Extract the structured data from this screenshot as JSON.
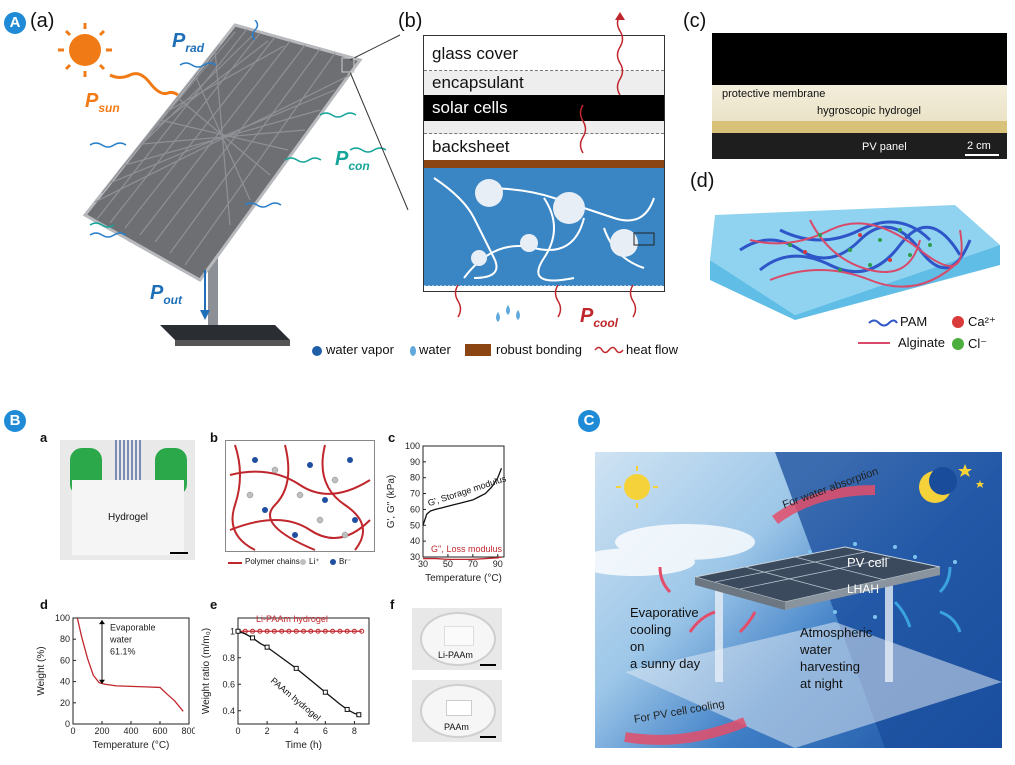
{
  "panel_a": {
    "badge": "A",
    "sub_a": "(a)",
    "sub_b": "(b)",
    "sub_c": "(c)",
    "sub_d": "(d)",
    "p_sun": "P",
    "p_sun_sub": "sun",
    "p_rad": "P",
    "p_rad_sub": "rad",
    "p_con": "P",
    "p_con_sub": "con",
    "p_out": "P",
    "p_out_sub": "out",
    "p_cool": "P",
    "p_cool_sub": "cool",
    "layers": {
      "glass": "glass cover",
      "encapsulant": "encapsulant",
      "solar": "solar cells",
      "backsheet": "backsheet"
    },
    "photo_c": {
      "membrane": "protective membrane",
      "hydrogel": "hygroscopic hydrogel",
      "panel": "PV panel",
      "scale": "2 cm"
    },
    "legend_d": {
      "pam": "PAM",
      "alginate": "Alginate",
      "ca": "Ca²⁺",
      "cl": "Cl⁻"
    },
    "legend_bottom": {
      "vapor": "water vapor",
      "water": "water",
      "bonding": "robust bonding",
      "heat": "heat flow"
    }
  },
  "panel_b": {
    "badge": "B",
    "sub_a": "a",
    "sub_b": "b",
    "sub_c": "c",
    "sub_d": "d",
    "sub_e": "e",
    "sub_f": "f",
    "hydrogel_label": "Hydrogel",
    "legend_polymer": "Polymer chains",
    "legend_li": "Li⁺",
    "legend_br": "Br⁻",
    "f_top": "Li-PAAm",
    "f_bottom": "PAAm"
  },
  "panel_c": {
    "badge": "C",
    "for_water": "For water absorption",
    "pv_cell": "PV cell",
    "lhah": "LHAH",
    "evap": [
      "Evaporative",
      "cooling",
      "on",
      "a sunny day"
    ],
    "atmo": [
      "Atmospheric",
      "water",
      "harvesting",
      "at night"
    ],
    "for_pv": "For PV cell cooling"
  },
  "chart_data": [
    {
      "id": "c",
      "type": "line",
      "xlabel": "Temperature (°C)",
      "ylabel": "G', G'' (kPa)",
      "xlim": [
        30,
        95
      ],
      "ylim": [
        30,
        100
      ],
      "xticks": [
        30,
        50,
        70,
        90
      ],
      "yticks": [
        30,
        40,
        50,
        60,
        70,
        80,
        90,
        100
      ],
      "series": [
        {
          "name": "G', Storage modulus",
          "color": "#111111",
          "x": [
            30,
            33,
            36,
            40,
            45,
            50,
            55,
            60,
            65,
            70,
            75,
            80,
            85,
            90,
            93
          ],
          "y": [
            50,
            57,
            59,
            60,
            61,
            62,
            63,
            64,
            65,
            66,
            68,
            70,
            74,
            80,
            86
          ]
        },
        {
          "name": "G'', Loss modulus",
          "color": "#c0272d",
          "x": [
            30,
            40,
            50,
            60,
            70,
            80,
            90,
            93
          ],
          "y": [
            29,
            29,
            28.5,
            28.5,
            28.5,
            29,
            29.5,
            30
          ]
        }
      ]
    },
    {
      "id": "d",
      "type": "line",
      "xlabel": "Temperature (°C)",
      "ylabel": "Weight (%)",
      "xlim": [
        0,
        800
      ],
      "ylim": [
        0,
        100
      ],
      "xticks": [
        0,
        200,
        400,
        600,
        800
      ],
      "yticks": [
        0,
        20,
        40,
        60,
        80,
        100
      ],
      "annotation": [
        "Evaporable",
        "water",
        "61.1%"
      ],
      "series": [
        {
          "name": "",
          "color": "#c0272d",
          "x": [
            30,
            60,
            100,
            140,
            180,
            220,
            300,
            400,
            500,
            600,
            650,
            700,
            760
          ],
          "y": [
            100,
            82,
            62,
            46,
            39,
            37.5,
            36,
            35.5,
            35,
            34.5,
            28,
            22,
            12
          ]
        }
      ]
    },
    {
      "id": "e",
      "type": "line",
      "xlabel": "Time (h)",
      "ylabel": "Weight ratio (m/m₀)",
      "xlim": [
        0,
        9
      ],
      "ylim": [
        0.3,
        1.1
      ],
      "xticks": [
        0,
        2,
        4,
        6,
        8
      ],
      "yticks": [
        0.4,
        0.6,
        0.8,
        1.0
      ],
      "series": [
        {
          "name": "Li-PAAm hydrogel",
          "color": "#c0272d",
          "x": [
            0,
            0.5,
            1,
            1.5,
            2,
            2.5,
            3,
            3.5,
            4,
            4.5,
            5,
            5.5,
            6,
            6.5,
            7,
            7.5,
            8,
            8.5
          ],
          "y": [
            1,
            1,
            1,
            1,
            1,
            1,
            1,
            1,
            1,
            1,
            1,
            1,
            1,
            1,
            1,
            1,
            1,
            1
          ]
        },
        {
          "name": "PAAm hydrogel",
          "color": "#111111",
          "x": [
            0,
            0.5,
            1,
            1.5,
            2,
            3,
            4,
            5,
            6,
            7,
            7.5,
            8,
            8.3
          ],
          "y": [
            1.0,
            0.98,
            0.95,
            0.91,
            0.88,
            0.8,
            0.72,
            0.63,
            0.54,
            0.45,
            0.41,
            0.38,
            0.37
          ]
        }
      ]
    }
  ]
}
